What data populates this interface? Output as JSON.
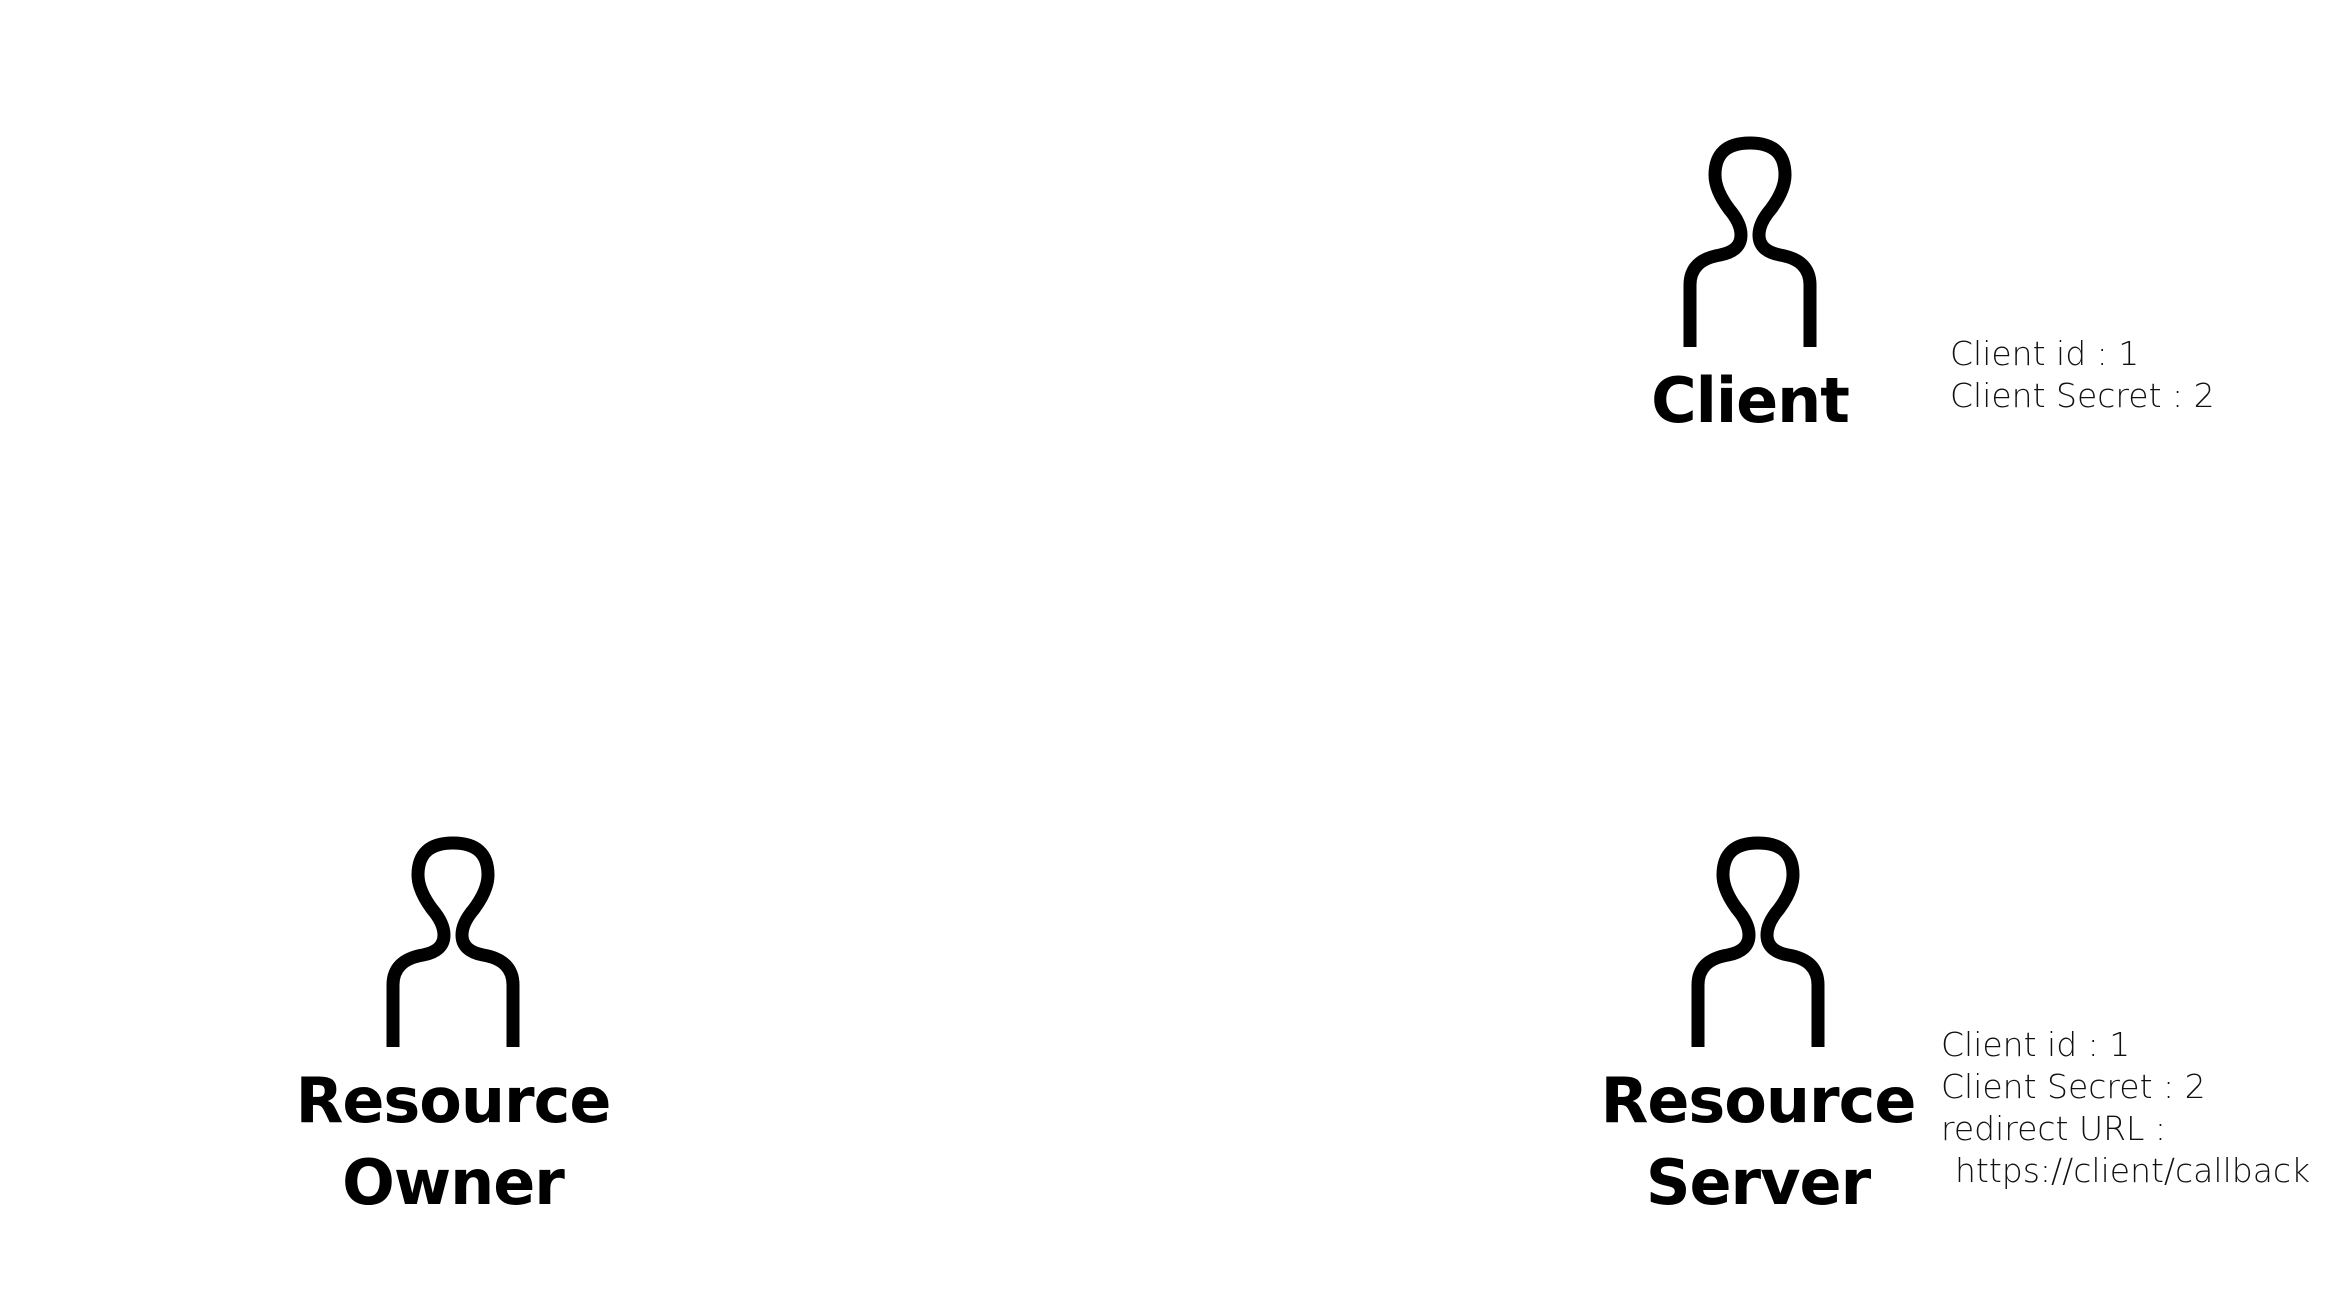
{
  "actors": {
    "client": {
      "icon": "person-outline-icon",
      "label": "Client"
    },
    "resource_owner": {
      "icon": "person-outline-icon",
      "label_line1": "Resource",
      "label_line2": "Owner"
    },
    "resource_server": {
      "icon": "person-outline-icon",
      "label_line1": "Resource",
      "label_line2": "Server"
    }
  },
  "notes": {
    "client": {
      "client_id": "Client id : 1",
      "client_secret": "Client Secret : 2"
    },
    "resource_server": {
      "client_id": "Client id : 1",
      "client_secret": "Client Secret : 2",
      "redirect_label": "redirect URL :",
      "redirect_url": "https://client/callback"
    }
  },
  "colors": {
    "stroke": "#000000",
    "background": "#ffffff"
  }
}
